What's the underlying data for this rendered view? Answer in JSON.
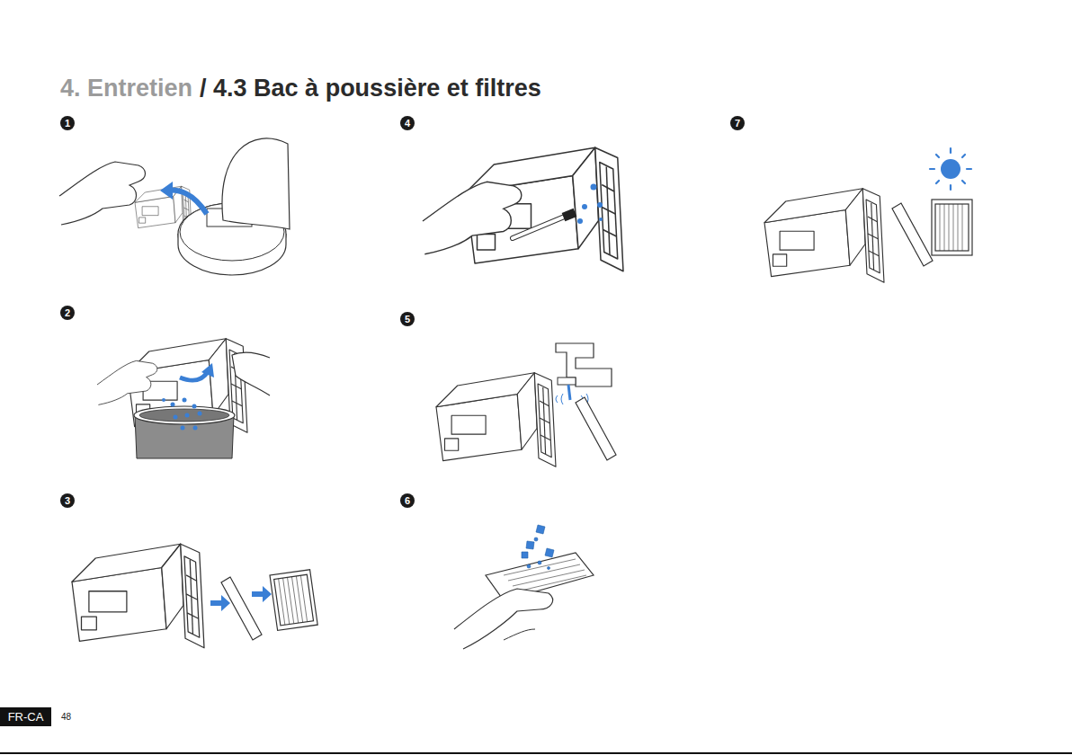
{
  "diagram": {
    "title": "4. Entretien",
    "nodes": [
      {
        "text": [
          "1"
        ]
      },
      {
        "text": [
          "2"
        ]
      },
      {
        "text": [
          "3"
        ]
      },
      {
        "text": [
          "4"
        ]
      },
      {
        "text": [
          "5"
        ]
      },
      {
        "text": [
          "6"
        ]
      },
      {
        "text": [
          "7"
        ]
      },
      {
        "text": [
          "FR-CA"
        ]
      }
    ],
    "labels": [
      "/ 4.3 Bac à poussière et filtres",
      "48"
    ]
  }
}
